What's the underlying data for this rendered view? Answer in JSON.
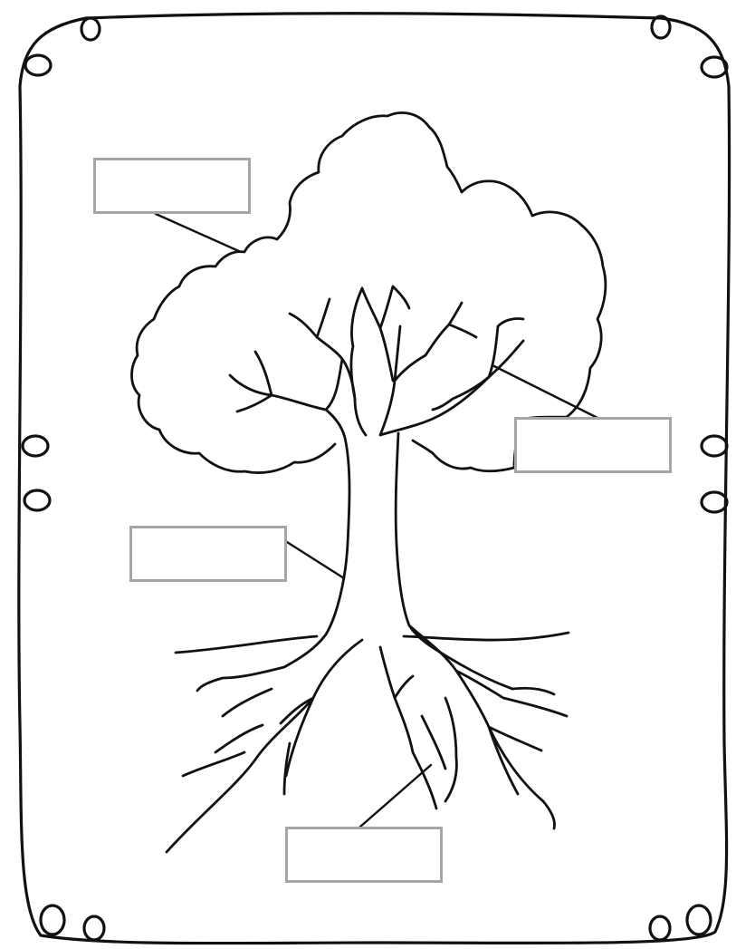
{
  "worksheet": {
    "labels": [
      {
        "id": "leaves",
        "text": ""
      },
      {
        "id": "branches",
        "text": ""
      },
      {
        "id": "trunk",
        "text": ""
      },
      {
        "id": "roots",
        "text": ""
      }
    ]
  },
  "colors": {
    "ink": "#111111",
    "box_border": "#a6a6a6",
    "paper": "#ffffff"
  }
}
